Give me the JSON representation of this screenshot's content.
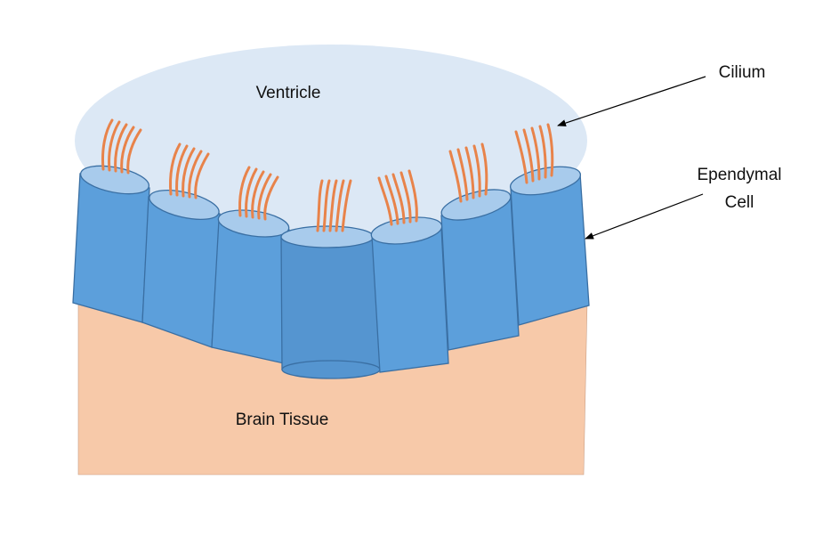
{
  "labels": {
    "ventricle": "Ventricle",
    "brain_tissue": "Brain Tissue",
    "cilium": "Cilium",
    "ependymal_line1": "Ependymal",
    "ependymal_line2": "Cell"
  },
  "colors": {
    "ventricle": "#dce8f5",
    "brain_tissue": "#f7c9a9",
    "cell_body": "#5c9fdb",
    "cell_body_center": "#5595d0",
    "cell_top": "#a8cbec",
    "cell_stroke": "#3a6fa3",
    "cilia": "#e8834a"
  },
  "ependymal_cell_count": 7
}
